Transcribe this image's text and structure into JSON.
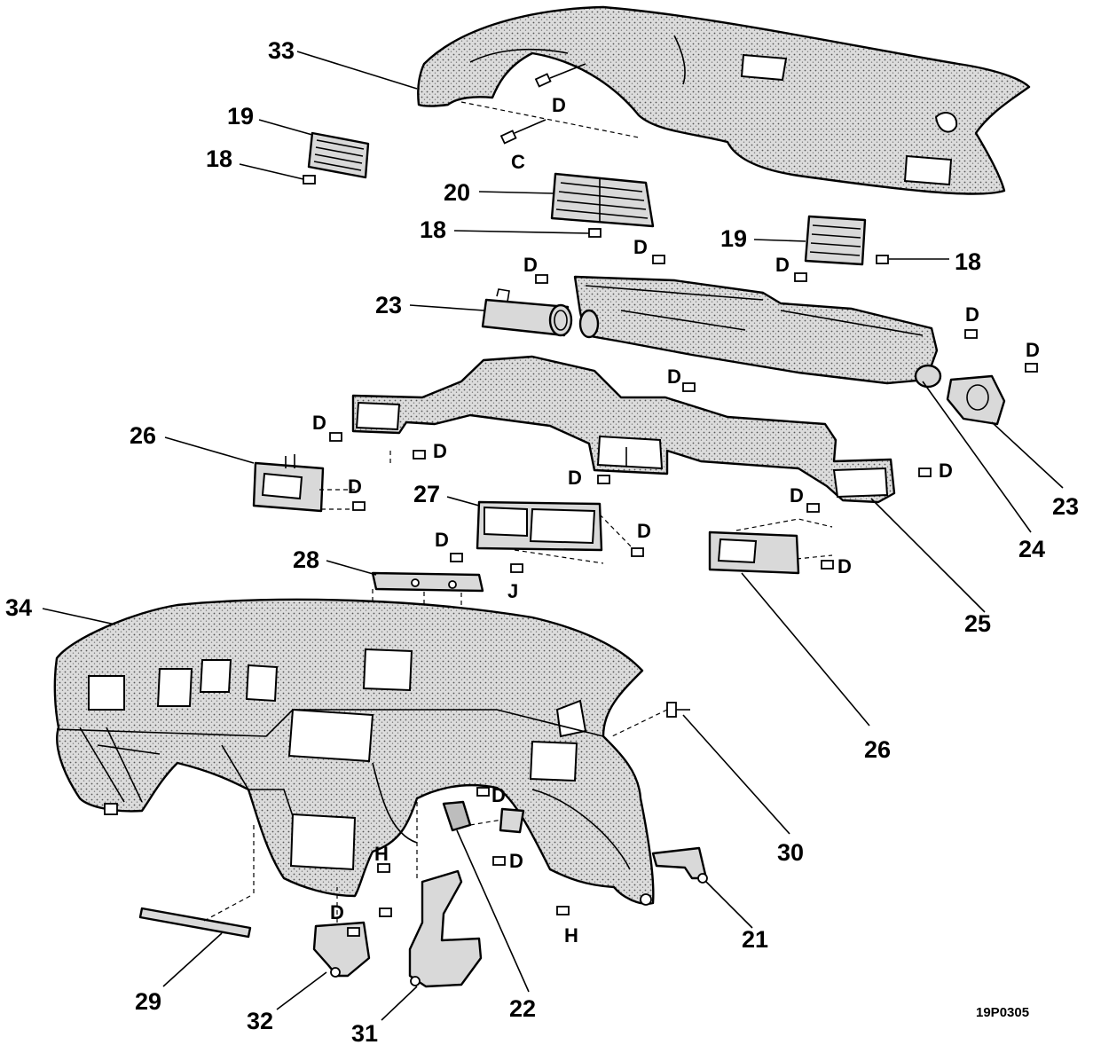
{
  "diagram": {
    "reference_code": "19P0305",
    "callouts": [
      "33",
      "19",
      "18",
      "20",
      "18",
      "19",
      "18",
      "23",
      "26",
      "27",
      "28",
      "34",
      "24",
      "23",
      "25",
      "26",
      "30",
      "21",
      "22",
      "29",
      "32",
      "31"
    ],
    "fastener_codes": [
      "D",
      "C",
      "D",
      "D",
      "D",
      "D",
      "D",
      "D",
      "D",
      "D",
      "D",
      "D",
      "D",
      "D",
      "D",
      "J",
      "D",
      "D",
      "D",
      "H",
      "D",
      "D",
      "H"
    ]
  }
}
